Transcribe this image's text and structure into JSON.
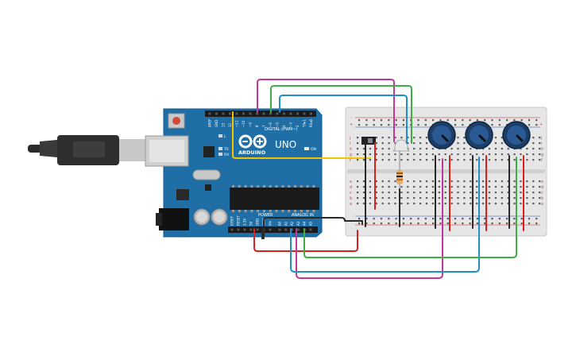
{
  "board": {
    "brand": "ARDUINO",
    "model": "UNO",
    "on_label": "ON",
    "digital_header": "DIGITAL (PWM~)",
    "power_header": "POWER",
    "analog_header": "ANALOG IN",
    "led_l": "L",
    "led_tx": "TX",
    "led_rx": "RX",
    "top_pins": [
      "AREF",
      "GND",
      "13",
      "12",
      "~11",
      "~10",
      "~9",
      "8",
      "7",
      "~6",
      "~5",
      "4",
      "~3",
      "2",
      "TX▸1",
      "RX◂0"
    ],
    "power_pins": [
      "IOREF",
      "RESET",
      "3.3V",
      "5V",
      "GND",
      "GND",
      "Vin"
    ],
    "analog_pins": [
      "A0",
      "A1",
      "A2",
      "A3",
      "A4",
      "A5"
    ]
  },
  "breadboard": {
    "row_letters_top": [
      "j",
      "i",
      "h",
      "g",
      "f"
    ],
    "row_letters_bottom": [
      "e",
      "d",
      "c",
      "b",
      "a"
    ],
    "rail_plus": "+",
    "rail_minus": "-"
  },
  "colors": {
    "board_blue": "#1f6fa6",
    "wire_magenta": "#c0399a",
    "wire_green": "#3cb043",
    "wire_cyan": "#1e90c8",
    "wire_yellow": "#f5c400",
    "wire_red": "#d92020",
    "wire_black": "#2a2a2a"
  }
}
